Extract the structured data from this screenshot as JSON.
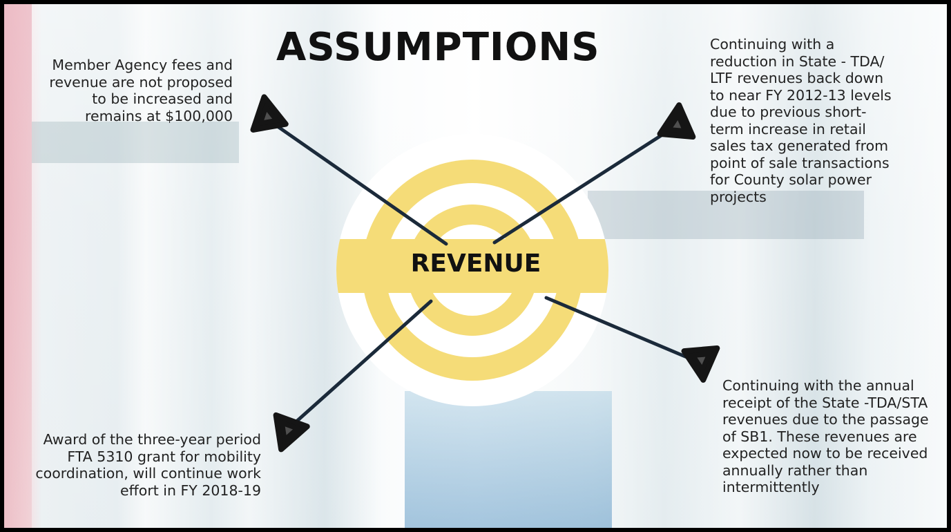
{
  "slide": {
    "title": "ASSUMPTIONS",
    "center_label": "REVENUE",
    "notes": {
      "top_left": "Member Agency fees and\nrevenue are not proposed\nto be increased and\nremains at $100,000",
      "top_right": "Continuing with a\nreduction in State - TDA/\nLTF revenues back down\nto near FY 2012-13 levels\ndue to previous short-\nterm increase in retail\nsales tax generated from\npoint of sale transactions\nfor County solar power\nprojects",
      "bottom_left": "Award of the three-year period\nFTA 5310 grant for mobility\ncoordination, will continue work\neffort in FY 2018-19",
      "bottom_right": "Continuing with the annual\nreceipt of the State -TDA/STA\nrevenues due to the passage\nof SB1. These revenues are\nexpected now to be received\nannually rather than\nintermittently"
    },
    "colors": {
      "ring": "#f5dc78",
      "line": "#1b2a3a",
      "marker": "#151515"
    }
  }
}
